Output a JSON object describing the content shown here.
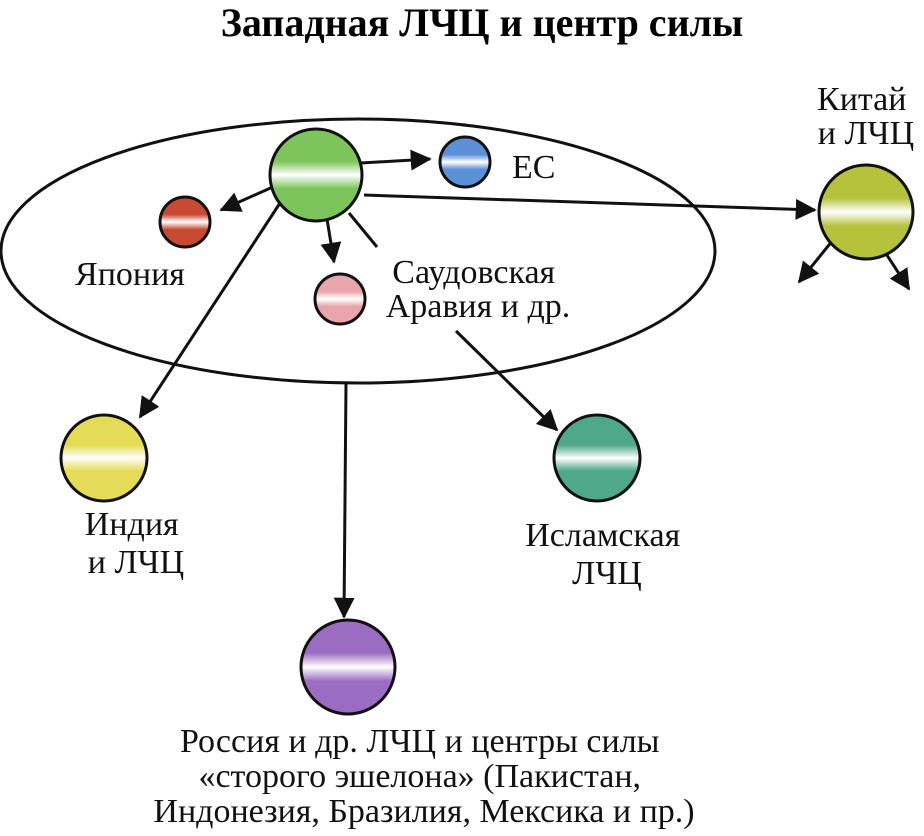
{
  "title": "Западная ЛЧЦ и центр силы",
  "nodes": {
    "center": {
      "color": "#7dc45a"
    },
    "eu": {
      "label": "ЕС",
      "color": "#5b8fd6"
    },
    "japan": {
      "label": "Япония",
      "color": "#c94a33"
    },
    "saudi": {
      "label_lines": [
        "Саудовская",
        "Аравия и др."
      ],
      "color": "#e8a6aa"
    },
    "china": {
      "label_lines": [
        "Китай",
        "и ЛЧЦ"
      ],
      "color": "#b5c23c"
    },
    "india": {
      "label_lines": [
        "Индия",
        "и ЛЧЦ"
      ],
      "color": "#e4dc56"
    },
    "islamic": {
      "label_lines": [
        "Исламская",
        "ЛЧЦ"
      ],
      "color": "#4fa88a"
    },
    "russia": {
      "label_lines": [
        "Россия и др. ЛЧЦ и центры силы",
        "«сторого эшелона» (Пакистан,",
        "Индонезия, Бразилия, Мексика и пр.)"
      ],
      "color": "#9c6cc2"
    }
  }
}
